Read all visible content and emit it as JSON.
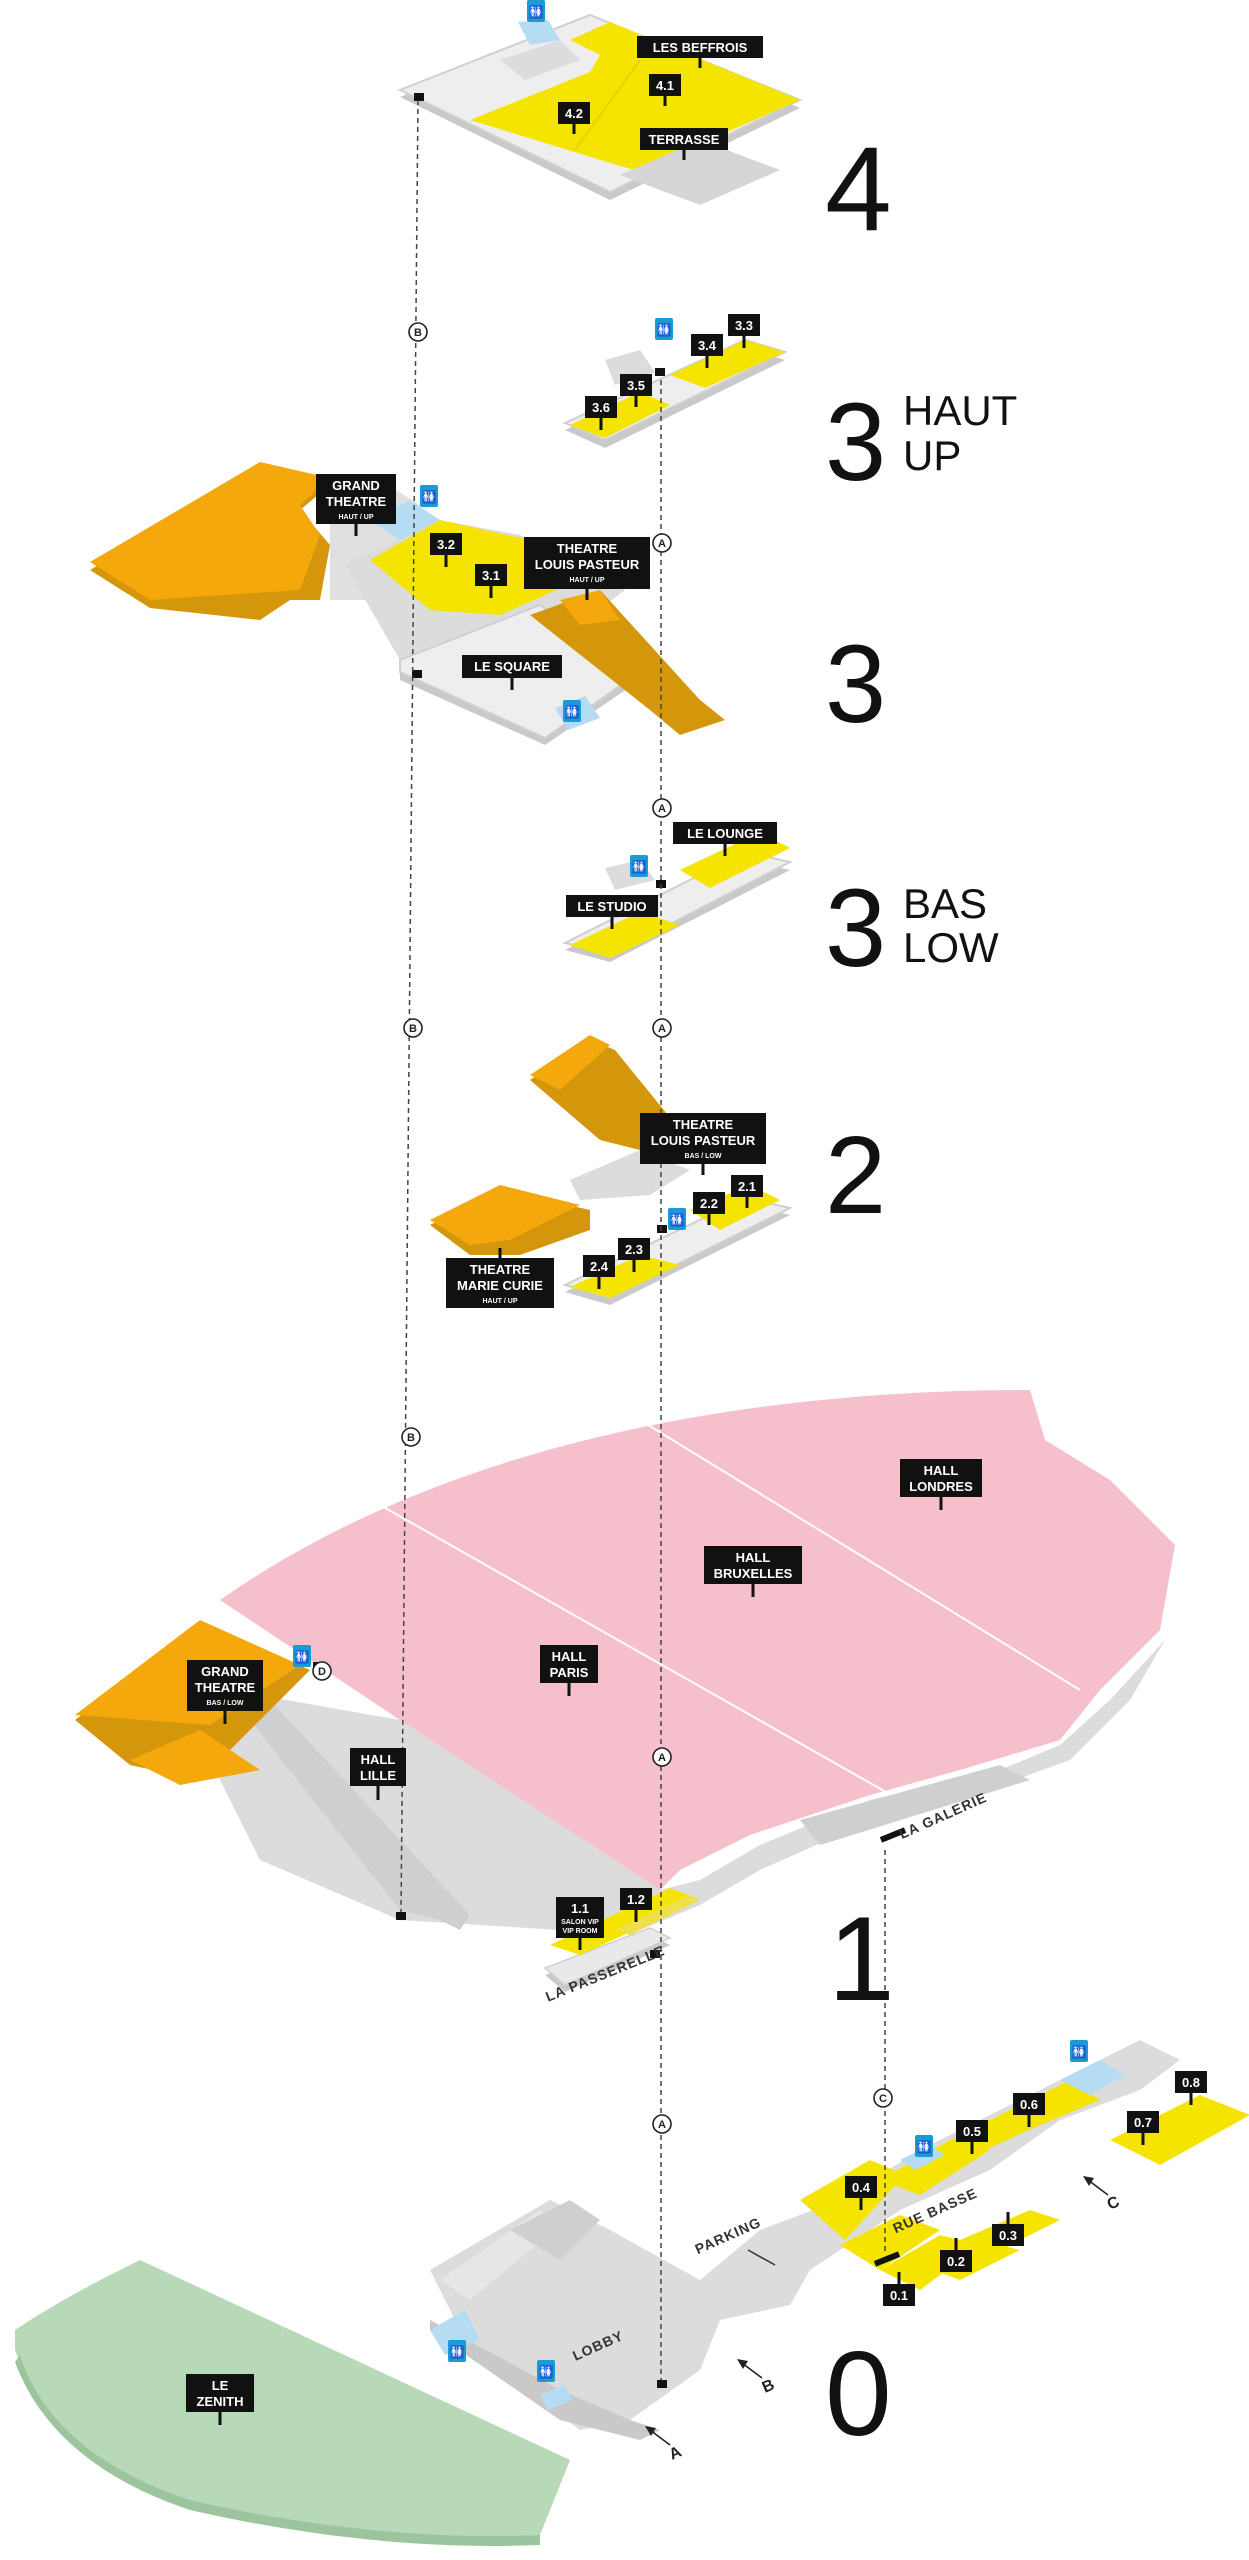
{
  "colors": {
    "room_yellow": "#f5e400",
    "theatre_orange": "#f4a80c",
    "theatre_dark": "#d4960a",
    "hall_pink": "#f5bfcb",
    "zenith_green": "#b7d9b8",
    "circulation_grey": "#dcdcdc",
    "wc_blue": "#b5dcf2",
    "wc_icon": "#1a9ad6",
    "label_bg": "#111111"
  },
  "levels": [
    {
      "number": "4",
      "sub": [
        "",
        ""
      ]
    },
    {
      "number": "3",
      "sub": [
        "HAUT",
        "UP"
      ]
    },
    {
      "number": "3",
      "sub": [
        "",
        ""
      ]
    },
    {
      "number": "3",
      "sub": [
        "BAS",
        "LOW"
      ]
    },
    {
      "number": "2",
      "sub": [
        "",
        ""
      ]
    },
    {
      "number": "1",
      "sub": [
        "",
        ""
      ]
    },
    {
      "number": "0",
      "sub": [
        "",
        ""
      ]
    }
  ],
  "labels": {
    "les_beffrois": "LES BEFFROIS",
    "r41": "4.1",
    "r42": "4.2",
    "terrasse": "TERRASSE",
    "r33": "3.3",
    "r34": "3.4",
    "r35": "3.5",
    "r36": "3.6",
    "grand_theatre_up_1": "GRAND",
    "grand_theatre_up_2": "THEATRE",
    "grand_theatre_up_3": "HAUT / UP",
    "r32": "3.2",
    "r31": "3.1",
    "tlp_up_1": "THEATRE",
    "tlp_up_2": "LOUIS PASTEUR",
    "tlp_up_3": "HAUT / UP",
    "le_square": "LE SQUARE",
    "le_lounge": "LE LOUNGE",
    "le_studio": "LE STUDIO",
    "tlp_low_1": "THEATRE",
    "tlp_low_2": "LOUIS PASTEUR",
    "tlp_low_3": "BAS / LOW",
    "r21": "2.1",
    "r22": "2.2",
    "r23": "2.3",
    "r24": "2.4",
    "tmc_1": "THEATRE",
    "tmc_2": "MARIE CURIE",
    "tmc_3": "HAUT / UP",
    "hall_londres_1": "HALL",
    "hall_londres_2": "LONDRES",
    "hall_bruxelles_1": "HALL",
    "hall_bruxelles_2": "BRUXELLES",
    "hall_paris_1": "HALL",
    "hall_paris_2": "PARIS",
    "grand_theatre_low_1": "GRAND",
    "grand_theatre_low_2": "THEATRE",
    "grand_theatre_low_3": "BAS / LOW",
    "hall_lille_1": "HALL",
    "hall_lille_2": "LILLE",
    "r11": "1.1",
    "r11_sub1": "SALON VIP",
    "r11_sub2": "VIP ROOM",
    "r12": "1.2",
    "la_passerelle": "LA PASSERELLE",
    "la_galerie": "LA GALERIE",
    "r01": "0.1",
    "r02": "0.2",
    "r03": "0.3",
    "r04": "0.4",
    "r05": "0.5",
    "r06": "0.6",
    "r07": "0.7",
    "r08": "0.8",
    "rue_basse": "RUE BASSE",
    "parking": "PARKING",
    "lobby": "LOBBY",
    "le_zenith_1": "LE",
    "le_zenith_2": "ZENITH"
  },
  "markers": {
    "a": "A",
    "b": "B",
    "c": "C",
    "d": "D"
  },
  "entrances": {
    "a": "A",
    "b": "B",
    "c": "C"
  }
}
